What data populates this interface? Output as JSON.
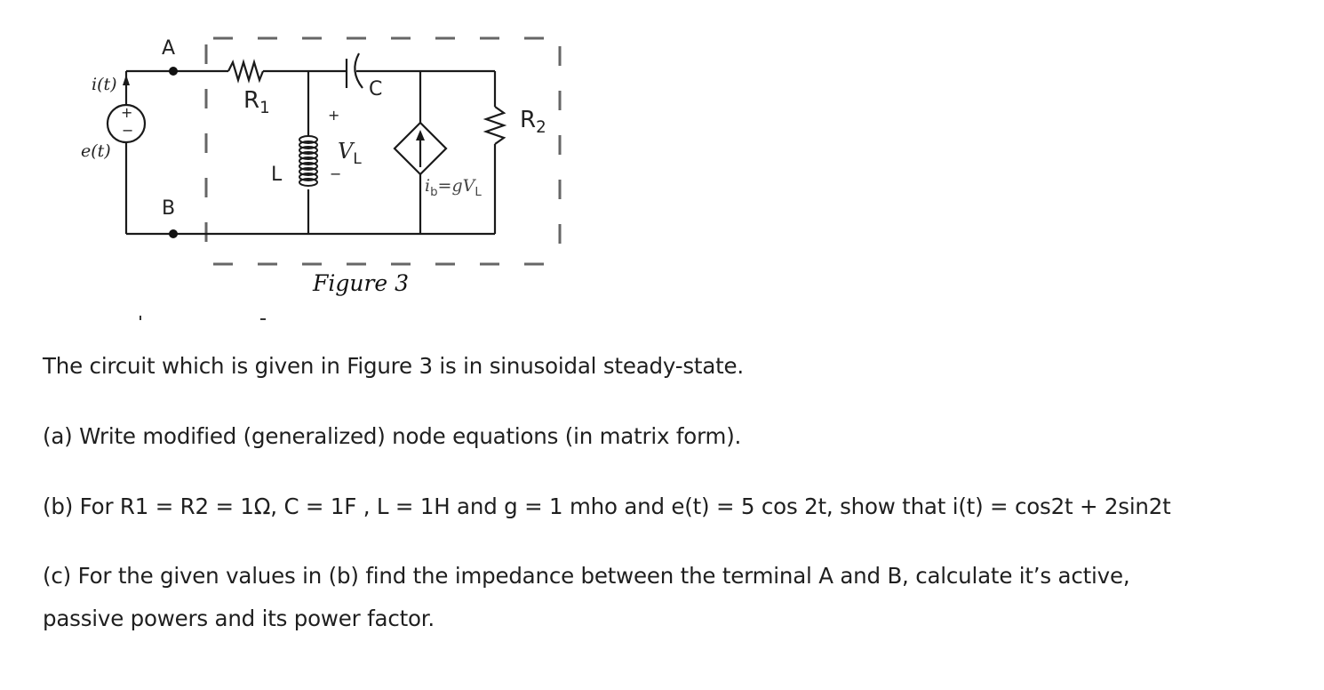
{
  "figure": {
    "caption": "Figure 3",
    "labels": {
      "terminal_a": "A",
      "terminal_b": "B",
      "current": "i(t)",
      "source": "e(t)",
      "source_plus": "+",
      "source_minus": "−",
      "r1": "R",
      "r1_sub": "1",
      "r2": "R",
      "r2_sub": "2",
      "capacitor": "C",
      "inductor": "L",
      "vl_plus": "+",
      "vl_minus": "−",
      "vl": "V",
      "vl_sub": "L",
      "dep_source_i": "i",
      "dep_source_i_sub": "b",
      "dep_source_expr": "=gV",
      "dep_source_expr_sub": "L"
    }
  },
  "problem": {
    "intro": "The circuit which is given in Figure 3 is in sinusoidal steady-state.",
    "part_a": "(a) Write modified (generalized) node equations (in matrix form).",
    "part_b": "(b) For R1 = R2 = 1Ω, C = 1F , L = 1H and g = 1 mho and e(t) = 5 cos 2t, show that i(t) = cos2t + 2sin2t",
    "part_c_line1": "(c) For the given values in (b) find the impedance between the terminal A and B, calculate it’s active,",
    "part_c_line2": "passive powers and its power factor."
  }
}
